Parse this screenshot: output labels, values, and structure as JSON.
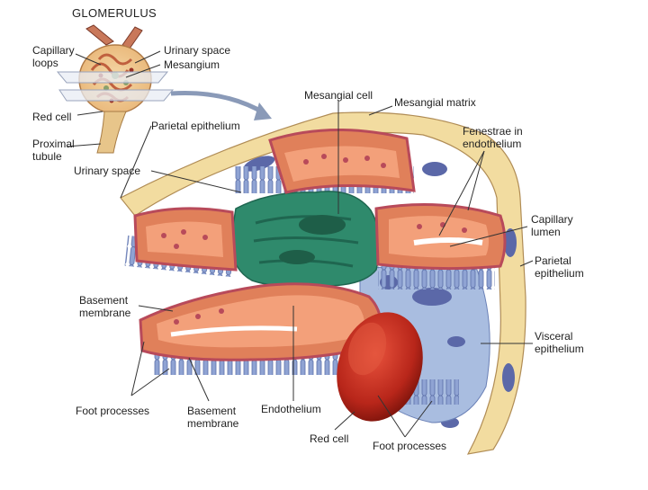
{
  "title": "GLOMERULUS",
  "labels": {
    "capillary_loops_1": "Capillary",
    "capillary_loops_2": "loops",
    "urinary_space_top": "Urinary space",
    "mesangium": "Mesangium",
    "red_cell_left": "Red cell",
    "proximal_tubule_1": "Proximal",
    "proximal_tubule_2": "tubule",
    "urinary_space_main": "Urinary space",
    "parietal_epithelium_top": "Parietal epithelium",
    "mesangial_cell": "Mesangial cell",
    "mesangial_matrix": "Mesangial matrix",
    "fenestrae_1": "Fenestrae in",
    "fenestrae_2": "endothelium",
    "capillary_lumen_1": "Capillary",
    "capillary_lumen_2": "lumen",
    "parietal_epithelium_right_1": "Parietal",
    "parietal_epithelium_right_2": "epithelium",
    "basement_membrane_left_1": "Basement",
    "basement_membrane_left_2": "membrane",
    "visceral_epithelium_1": "Visceral",
    "visceral_epithelium_2": "epithelium",
    "foot_processes_left": "Foot processes",
    "basement_membrane_bottom_1": "Basement",
    "basement_membrane_bottom_2": "membrane",
    "endothelium": "Endothelium",
    "red_cell_bottom": "Red cell",
    "foot_processes_bottom": "Foot processes"
  },
  "colors": {
    "parietal": "#f2dca0",
    "capillary_wall": "#e0805a",
    "capillary_inner": "#f3a07a",
    "basement": "#b84a5a",
    "mesangium": "#2f8a6c",
    "mesangium_dark": "#1f6650",
    "podocyte": "#a9bde0",
    "foot": "#8fa3d3",
    "nucleus": "#5b68a8",
    "red_cell": "#c42a1c",
    "leader": "#333333"
  }
}
